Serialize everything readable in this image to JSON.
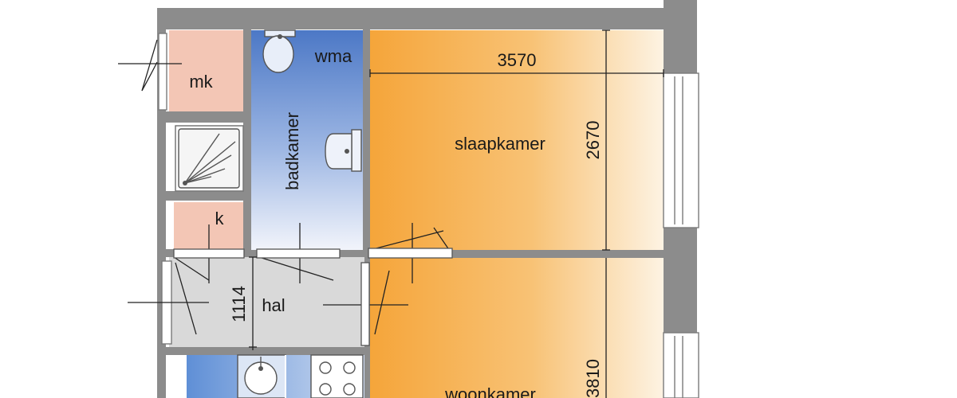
{
  "rooms": {
    "mk": "mk",
    "wma": "wma",
    "badkamer": "badkamer",
    "k": "k",
    "slaapkamer": "slaapkamer",
    "hal": "hal",
    "woonkamer": "woonkamer"
  },
  "dimensions": {
    "slaapkamer_width": "3570",
    "slaapkamer_depth": "2670",
    "hal_width": "1114",
    "woonkamer_depth": "3810"
  },
  "colors": {
    "wall": "#8c8c8c",
    "storage": "#f3c6b5",
    "bathroom_top": "#4c78c6",
    "bathroom_bottom": "#f2f4fb",
    "warm_room": "#f5a53a",
    "warm_room_fade": "#fdf3e3",
    "hall": "#d9d9d9",
    "kitchen": "#5f8fd6"
  }
}
